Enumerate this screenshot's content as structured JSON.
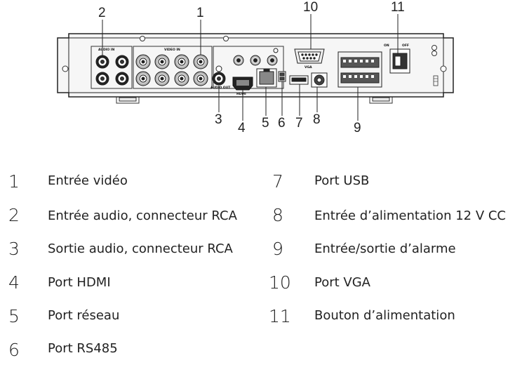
{
  "callouts": [
    "1",
    "2",
    "3",
    "4",
    "5",
    "6",
    "7",
    "8",
    "9",
    "10",
    "11"
  ],
  "panel_labels": {
    "audio_in": "AUDIO IN",
    "video_in": "VIDEO IN",
    "audio_out": "AUDIO OUT",
    "hdmi": "HDMI",
    "vga": "VGA",
    "on": "ON",
    "off": "OFF"
  },
  "legend": [
    {
      "num": "1",
      "label": "Entrée vidéo"
    },
    {
      "num": "2",
      "label": "Entrée audio, connecteur RCA"
    },
    {
      "num": "3",
      "label": "Sortie audio, connecteur RCA"
    },
    {
      "num": "4",
      "label": "Port HDMI"
    },
    {
      "num": "5",
      "label": "Port réseau"
    },
    {
      "num": "6",
      "label": "Port RS485"
    },
    {
      "num": "7",
      "label": "Port USB"
    },
    {
      "num": "8",
      "label": "Entrée d’alimentation 12 V CC"
    },
    {
      "num": "9",
      "label": "Entrée/sortie d’alarme"
    },
    {
      "num": "10",
      "label": "Port VGA"
    },
    {
      "num": "11",
      "label": "Bouton d’alimentation"
    }
  ]
}
